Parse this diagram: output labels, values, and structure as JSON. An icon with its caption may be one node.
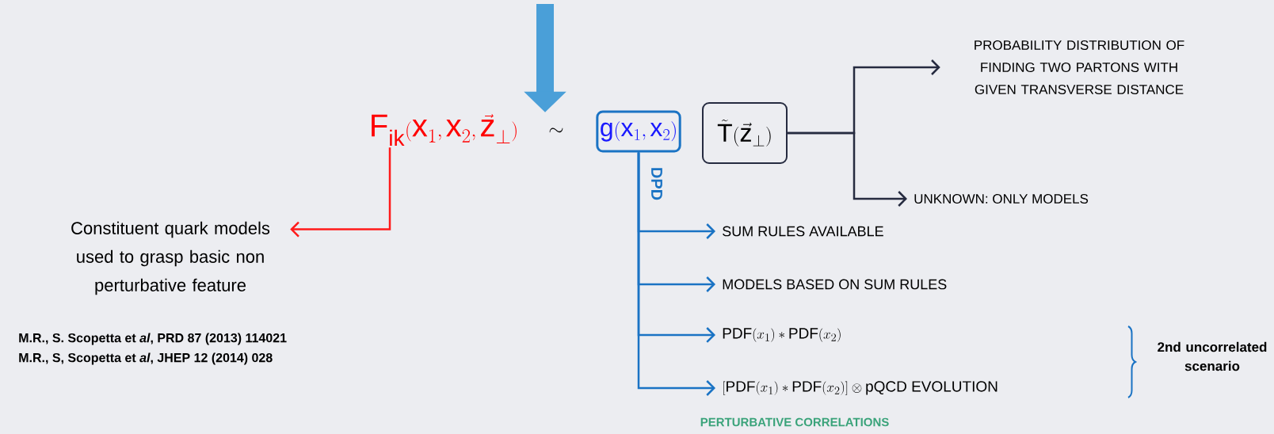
{
  "diagram": {
    "nodes": [
      {
        "text": [
          "\\mathrm{F}_{\\mathrm{ik}}(\\mathrm{x}_1, \\mathrm{x}_2, \\vec{\\mathrm{z}}_{\\perp})"
        ]
      },
      {
        "text": [
          "\\mathrm{g}(\\mathrm{x}_1, \\mathrm{x}_2)"
        ]
      },
      {
        "text": [
          "\\tilde{\\mathrm{T}}(\\vec{\\mathrm{z}}_{\\perp})"
        ]
      },
      {
        "text": [
          "PROBABILITY DISTRIBUTION OF FINDING TWO PARTONS WITH GIVEN TRANSVERSE DISTANCE"
        ]
      },
      {
        "text": [
          "UNKNOWN: ONLY MODELS"
        ]
      },
      {
        "text": [
          "Constituent quark models used to grasp basic non perturbative feature"
        ]
      },
      {
        "text": [
          "SUM RULES AVAILABLE"
        ]
      },
      {
        "text": [
          "MODELS BASED ON SUM RULES"
        ]
      },
      {
        "text": [
          "\\mathrm{PDF}(x_1)*\\mathrm{PDF}(x_2)"
        ]
      },
      {
        "text": [
          "[\\mathrm{PDF}(x_1)*\\mathrm{PDF}(x_2)] \\otimes \\mathrm{pQCD\\ EVOLUTION}"
        ]
      }
    ],
    "edges": [
      {
        "from": null,
        "to": 0,
        "arrow": "to",
        "style": "thick",
        "color": "#4a9fd8"
      },
      {
        "from": 0,
        "to": 5,
        "arrow": "to",
        "color": "#ff1a1a"
      },
      {
        "from": 2,
        "to": 3,
        "arrow": "to",
        "color": "#262b40"
      },
      {
        "from": 2,
        "to": 4,
        "arrow": "to",
        "color": "#262b40"
      },
      {
        "from": 1,
        "to": 6,
        "arrow": "to"
      },
      {
        "from": 1,
        "to": 7,
        "arrow": "to"
      },
      {
        "from": 1,
        "to": 8,
        "arrow": "to"
      },
      {
        "from": 1,
        "to": 9,
        "arrow": "to"
      }
    ],
    "labels": [
      "\\sim",
      "DPD",
      "2nd uncorrelated scenario",
      "PERTURBATIVE CORRELATIONS",
      "M.R., S. Scopetta et *al*, PRD 87 (2013) 114021",
      "M.R., S, Scopetta et *al*, JHEP 12 (2014) 028"
    ]
  }
}
